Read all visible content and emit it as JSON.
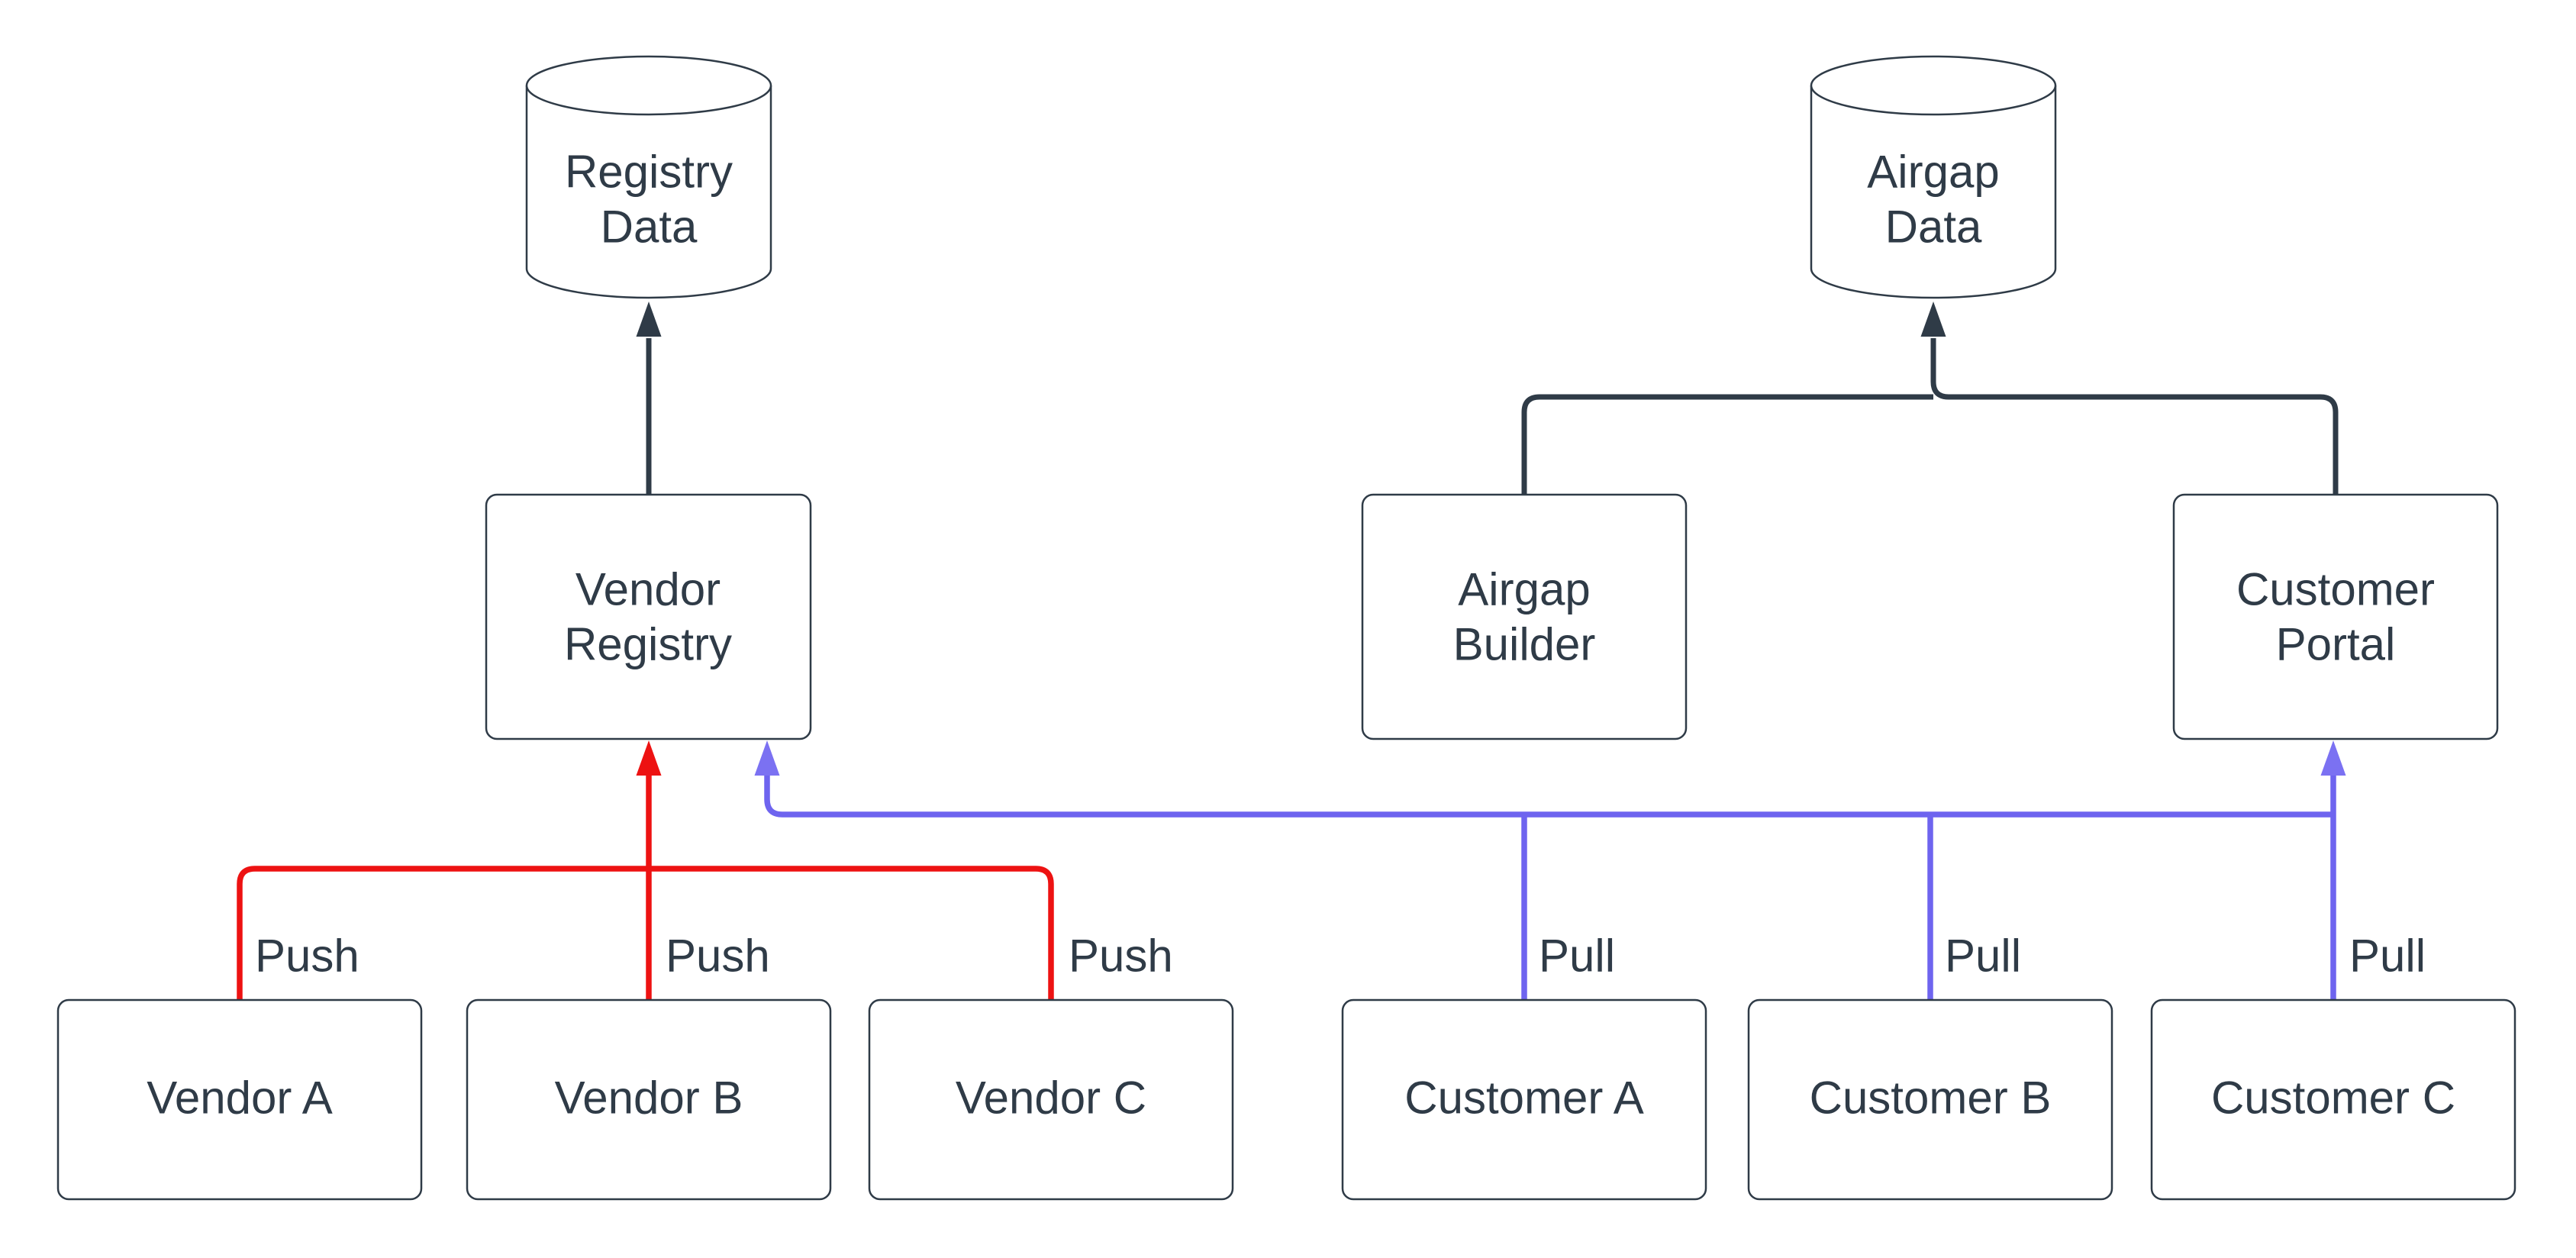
{
  "diagram": {
    "background": "#ffffff",
    "colors": {
      "node_border": "#2f3b47",
      "node_fill": "#ffffff",
      "text": "#2f3b47",
      "flow_edge": "#2f3b47",
      "push_edge": "#ed1212",
      "push_arrowhead": "#ed1212",
      "pull_edge": "#6e64ef",
      "pull_arrowhead": "#7b71f2"
    },
    "datastores": {
      "registry_data": {
        "line1": "Registry",
        "line2": "Data"
      },
      "airgap_data": {
        "line1": "Airgap",
        "line2": "Data"
      }
    },
    "services": {
      "vendor_registry": {
        "line1": "Vendor",
        "line2": "Registry"
      },
      "airgap_builder": {
        "line1": "Airgap",
        "line2": "Builder"
      },
      "customer_portal": {
        "line1": "Customer",
        "line2": "Portal"
      }
    },
    "actors": {
      "vendor_a": {
        "label": "Vendor A"
      },
      "vendor_b": {
        "label": "Vendor B"
      },
      "vendor_c": {
        "label": "Vendor C"
      },
      "customer_a": {
        "label": "Customer A"
      },
      "customer_b": {
        "label": "Customer B"
      },
      "customer_c": {
        "label": "Customer C"
      }
    },
    "edge_labels": {
      "push_a": "Push",
      "push_b": "Push",
      "push_c": "Push",
      "pull_a": "Pull",
      "pull_b": "Pull",
      "pull_c": "Pull"
    }
  }
}
